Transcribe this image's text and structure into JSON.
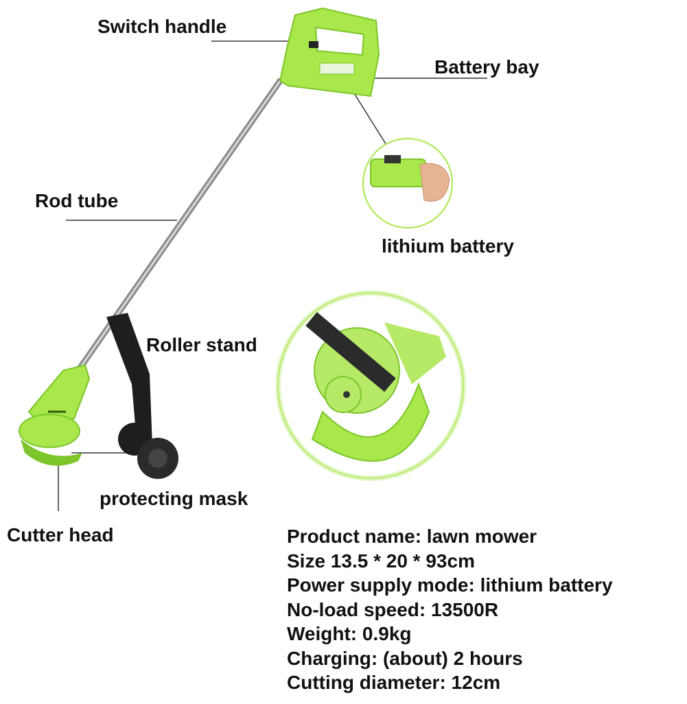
{
  "labels": {
    "switch_handle": "Switch handle",
    "battery_bay": "Battery bay",
    "rod_tube": "Rod tube",
    "lithium_battery": "lithium battery",
    "roller_stand": "Roller stand",
    "protecting_mask": "protecting mask",
    "cutter_head": "Cutter head"
  },
  "specs": [
    "Product name: lawn mower",
    "Size 13.5 * 20 * 93cm",
    "Power supply mode: lithium battery",
    "No-load speed: 13500R",
    "Weight: 0.9kg",
    "Charging: (about) 2 hours",
    "Cutting diameter: 12cm"
  ],
  "colors": {
    "body_green": "#a8e84a",
    "dark_green": "#7cc52a",
    "roller": "#1e1e1e",
    "text": "#111111"
  }
}
